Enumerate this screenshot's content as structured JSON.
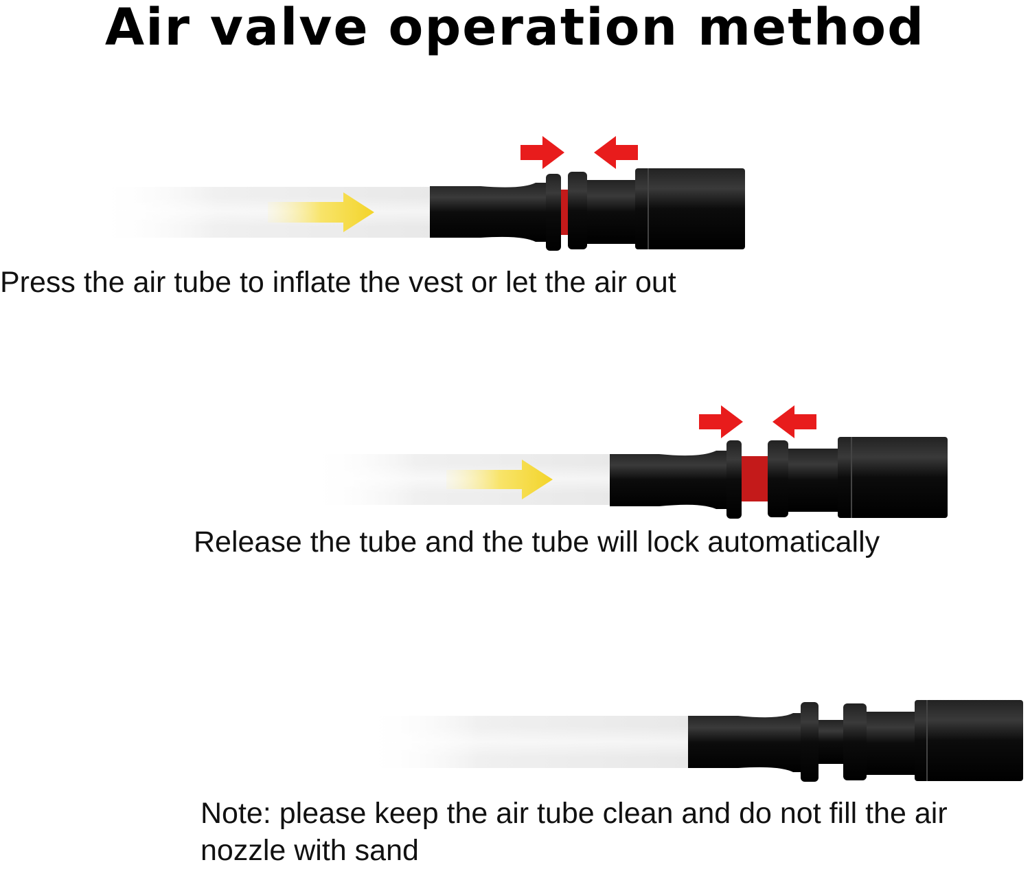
{
  "title": "Air valve operation method",
  "steps": [
    {
      "caption": "Press the air tube to inflate the vest or let the air out"
    },
    {
      "caption": "Release the tube and the tube will lock automatically"
    },
    {
      "caption": "Note: please keep the air tube clean and do not fill the air nozzle with sand"
    }
  ],
  "colors": {
    "valve_body": "#111111",
    "push_arrow": "#e81c1c",
    "flow_arrow": "#f5d835",
    "seal": "#c41a1a"
  }
}
